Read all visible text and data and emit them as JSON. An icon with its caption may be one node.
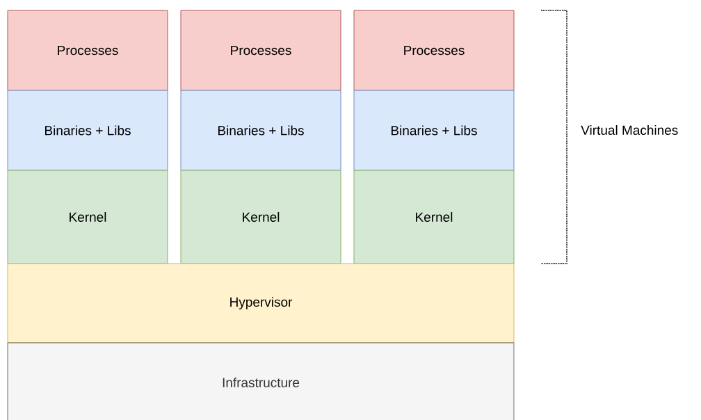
{
  "diagram": {
    "nodes": [
      {
        "text": [
          "Processes"
        ]
      },
      {
        "text": [
          "Processes"
        ]
      },
      {
        "text": [
          "Processes"
        ]
      },
      {
        "text": [
          "Binaries + Libs"
        ]
      },
      {
        "text": [
          "Binaries + Libs"
        ]
      },
      {
        "text": [
          "Binaries + Libs"
        ]
      },
      {
        "text": [
          "Kernel"
        ]
      },
      {
        "text": [
          "Kernel"
        ]
      },
      {
        "text": [
          "Kernel"
        ]
      },
      {
        "text": [
          "Hypervisor"
        ]
      },
      {
        "text": [
          "Infrastructure"
        ]
      }
    ],
    "labels": [
      "Virtual Machines"
    ]
  }
}
